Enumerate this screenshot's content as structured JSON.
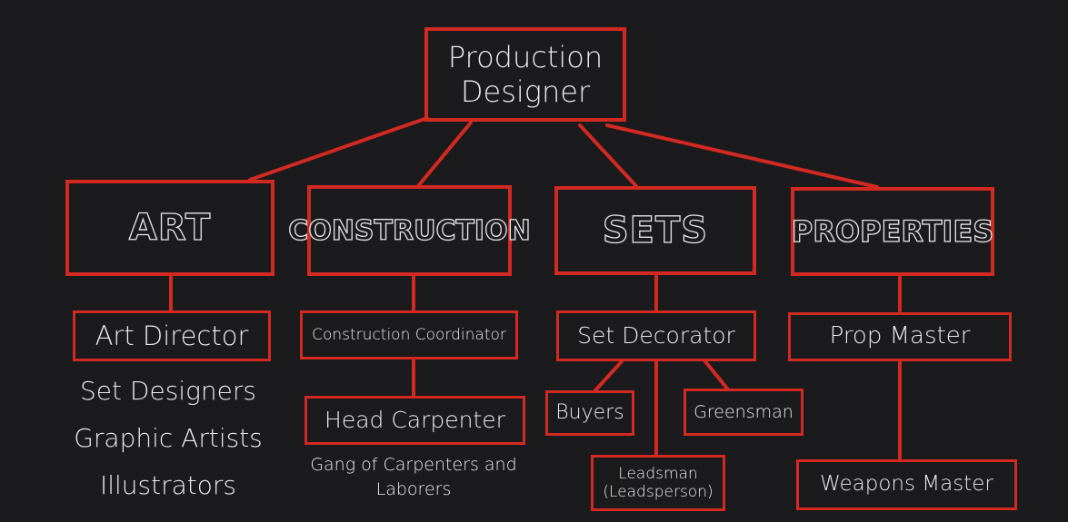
{
  "top": {
    "line1": "Production",
    "line2": "Designer"
  },
  "departments": {
    "art": "ART",
    "construction": "CONSTRUCTION",
    "sets": "SETS",
    "properties": "PROPERTIES"
  },
  "art": {
    "director": "Art Director",
    "staff": [
      "Set Designers",
      "Graphic Artists",
      "Illustrators"
    ]
  },
  "construction": {
    "coordinator": "Construction Coordinator",
    "head": "Head Carpenter",
    "gang_line1": "Gang of Carpenters and",
    "gang_line2": "Laborers"
  },
  "sets": {
    "decorator": "Set Decorator",
    "buyers": "Buyers",
    "greensman": "Greensman",
    "leadsman_line1": "Leadsman",
    "leadsman_line2": "(Leadsperson)"
  },
  "properties": {
    "prop_master": "Prop Master",
    "weapons_master": "Weapons Master"
  },
  "colors": {
    "background": "#1b1a1c",
    "accent": "#d22a22",
    "text": "#ececec"
  }
}
